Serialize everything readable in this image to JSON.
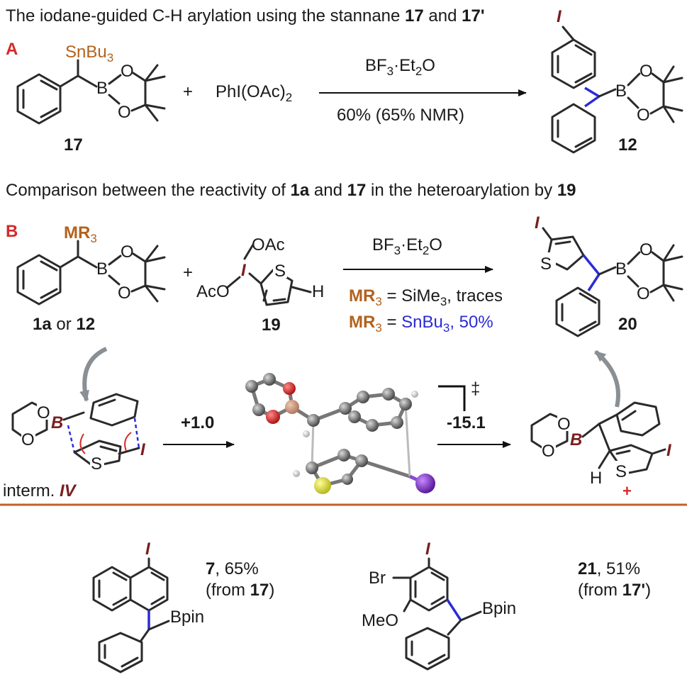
{
  "header_a": {
    "text": "The iodane-guided C-H arylation using the stannane ",
    "b1": "17",
    "mid": " and ",
    "b2": "17'"
  },
  "label_a": "A",
  "label_b": "B",
  "header_b": {
    "text": "Comparison between the reactivity of ",
    "b1": "1a",
    "mid": " and ",
    "b2": "17",
    "end": " in the heteroarylation by ",
    "b3": "19"
  },
  "a": {
    "sn": "SnBu",
    "sn_sub": "3",
    "b": "B",
    "o": "O",
    "plus": "+",
    "reagent": "PhI(OAc)",
    "reagent_sub": "2",
    "cond_top": "BF",
    "cond_top_sub": "3",
    "cond_top2": "·Et",
    "cond_top_sub2": "2",
    "cond_top3": "O",
    "cond_bottom": "60% (65% NMR)",
    "num_17": "17",
    "num_12": "12",
    "iodo": "I"
  },
  "b": {
    "mr": "MR",
    "mr_sub": "3",
    "num_left": "1a",
    "num_or": " or ",
    "num_left2": "12",
    "num_19": "19",
    "num_20": "20",
    "oac": "OAc",
    "aco": "AcO",
    "s": "S",
    "h": "H",
    "iodo": "I",
    "cond1": "MR",
    "cond1_sub": "3",
    "cond1_rest": " = SiMe",
    "cond1_sub2": "3",
    "cond1_end": ", traces",
    "cond2": "MR",
    "cond2_sub": "3",
    "cond2_eq": " = ",
    "cond2_val": "SnBu",
    "cond2_sub2": "3",
    "cond2_end": ", 50%",
    "interm": "interm. ",
    "interm_roman": "IV",
    "e1": "+1.0",
    "e2": "-15.1",
    "ts": "‡",
    "plus_charge": "+"
  },
  "c": {
    "num_7": "7",
    "yield_7": ", 65%",
    "from_7": "(from ",
    "from_7b": "17",
    "from_7c": ")",
    "num_21": "21",
    "yield_21": ", 51%",
    "from_21": "(from ",
    "from_21b": "17'",
    "from_21c": ")",
    "bpin": "Bpin",
    "br": "Br",
    "meo": "MeO",
    "iodo": "I"
  },
  "colors": {
    "accent_orange": "#b3621c",
    "iodine": "#7a1f1f",
    "label_red": "#d42a2a",
    "bond_blue": "#2b2bd6",
    "divider": "#c0622a"
  }
}
